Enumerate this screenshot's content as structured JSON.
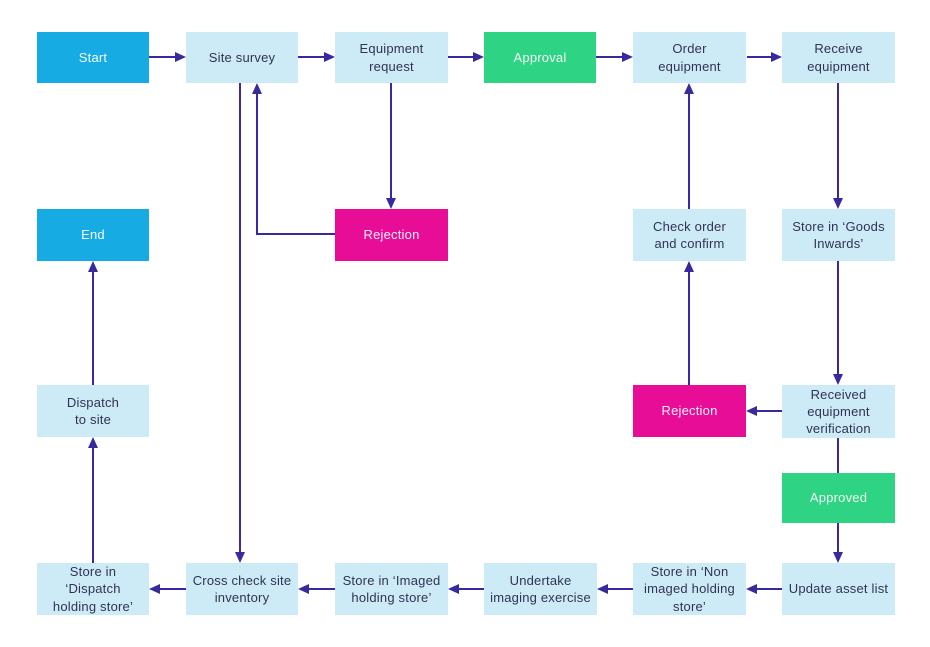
{
  "diagram": {
    "type": "flowchart",
    "colors": {
      "background": "#ffffff",
      "process_box": "#cdeaf7",
      "terminal_box": "#16abe2",
      "approval_box": "#2ed383",
      "rejection_box": "#e70d97",
      "connector": "#37299e",
      "text_dark": "#303354",
      "text_light": "#ffffff"
    }
  },
  "nodes": {
    "start": {
      "label": "Start",
      "type": "terminal"
    },
    "site_survey": {
      "label": "Site survey",
      "type": "process"
    },
    "equipment_request": {
      "label": "Equipment request",
      "type": "process"
    },
    "approval": {
      "label": "Approval",
      "type": "approval"
    },
    "order_equipment": {
      "label": "Order equipment",
      "type": "process"
    },
    "receive_equipment": {
      "label": "Receive equipment",
      "type": "process"
    },
    "end": {
      "label": "End",
      "type": "terminal"
    },
    "rejection_request": {
      "label": "Rejection",
      "type": "rejection"
    },
    "check_order": {
      "label": "Check order and confirm",
      "type": "process"
    },
    "goods_inwards": {
      "label": "Store in ‘Goods Inwards’",
      "type": "process"
    },
    "dispatch_to_site": {
      "label": "Dispatch to site",
      "type": "process"
    },
    "rejection_order": {
      "label": "Rejection",
      "type": "rejection"
    },
    "received_verification": {
      "label": "Received equipment verification",
      "type": "process"
    },
    "approved": {
      "label": "Approved",
      "type": "approval"
    },
    "dispatch_store": {
      "label": "Store in ‘Dispatch holding store’",
      "type": "process"
    },
    "cross_check": {
      "label": "Cross check site inventory",
      "type": "process"
    },
    "imaged_store": {
      "label": "Store in ‘Imaged holding store’",
      "type": "process"
    },
    "undertake_imaging": {
      "label": "Undertake imaging exercise",
      "type": "process"
    },
    "non_imaged_store": {
      "label": "Store in ‘Non imaged holding store’",
      "type": "process"
    },
    "update_asset": {
      "label": "Update asset list",
      "type": "process"
    }
  },
  "edges": [
    {
      "from": "start",
      "to": "site_survey"
    },
    {
      "from": "site_survey",
      "to": "equipment_request"
    },
    {
      "from": "equipment_request",
      "to": "approval"
    },
    {
      "from": "approval",
      "to": "order_equipment"
    },
    {
      "from": "order_equipment",
      "to": "receive_equipment"
    },
    {
      "from": "equipment_request",
      "to": "rejection_request"
    },
    {
      "from": "rejection_request",
      "to": "site_survey"
    },
    {
      "from": "site_survey",
      "to": "cross_check"
    },
    {
      "from": "receive_equipment",
      "to": "goods_inwards"
    },
    {
      "from": "goods_inwards",
      "to": "received_verification"
    },
    {
      "from": "received_verification",
      "to": "rejection_order"
    },
    {
      "from": "rejection_order",
      "to": "check_order"
    },
    {
      "from": "check_order",
      "to": "order_equipment"
    },
    {
      "from": "received_verification",
      "to": "approved"
    },
    {
      "from": "approved",
      "to": "update_asset"
    },
    {
      "from": "update_asset",
      "to": "non_imaged_store"
    },
    {
      "from": "non_imaged_store",
      "to": "undertake_imaging"
    },
    {
      "from": "undertake_imaging",
      "to": "imaged_store"
    },
    {
      "from": "imaged_store",
      "to": "cross_check"
    },
    {
      "from": "cross_check",
      "to": "dispatch_store"
    },
    {
      "from": "dispatch_store",
      "to": "dispatch_to_site"
    },
    {
      "from": "dispatch_to_site",
      "to": "end"
    }
  ]
}
